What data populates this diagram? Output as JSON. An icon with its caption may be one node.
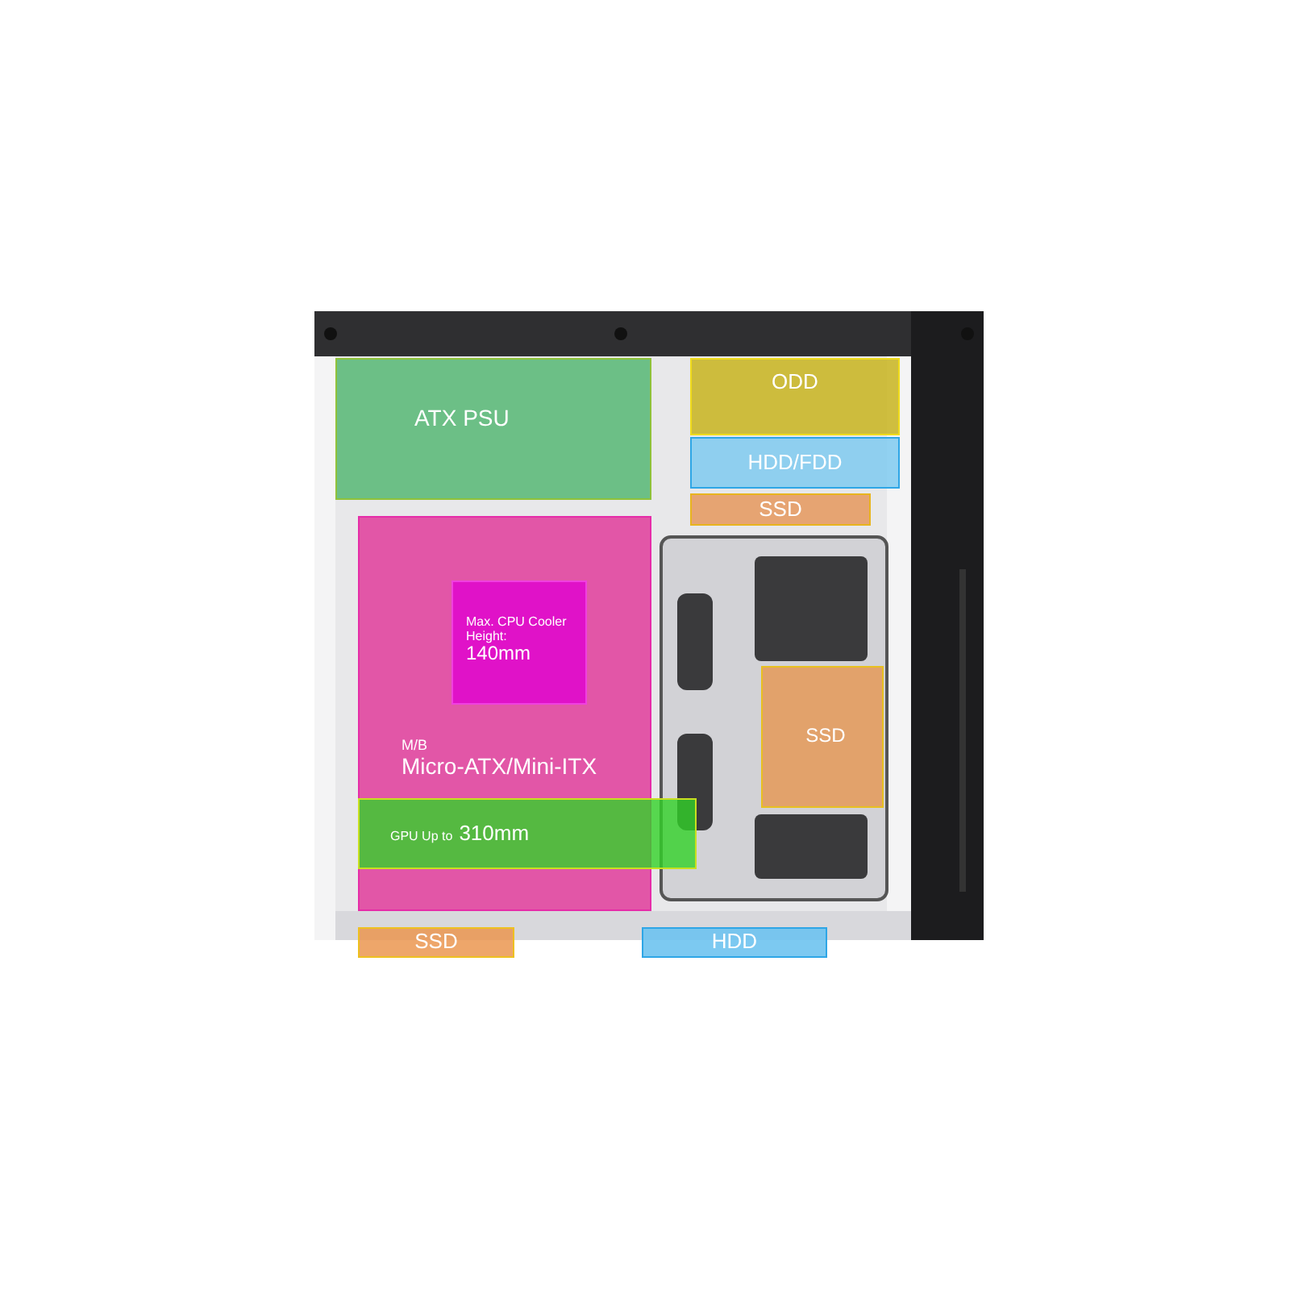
{
  "diagram": {
    "nodes": [
      {
        "text": [
          "ATX PSU"
        ]
      },
      {
        "text": [
          "ODD"
        ]
      },
      {
        "text": [
          "HDD/FDD"
        ]
      },
      {
        "text": [
          "SSD"
        ]
      },
      {
        "text": [
          "M/B",
          "Micro-ATX/Mini-ITX"
        ]
      },
      {
        "text": [
          "Max. CPU Cooler Height:",
          "140mm"
        ],
        "in": 4
      },
      {
        "text": [
          "GPU Up to",
          "310mm"
        ]
      },
      {
        "text": [
          "SSD"
        ]
      },
      {
        "text": [
          "SSD"
        ]
      },
      {
        "text": [
          "HDD"
        ]
      }
    ]
  }
}
